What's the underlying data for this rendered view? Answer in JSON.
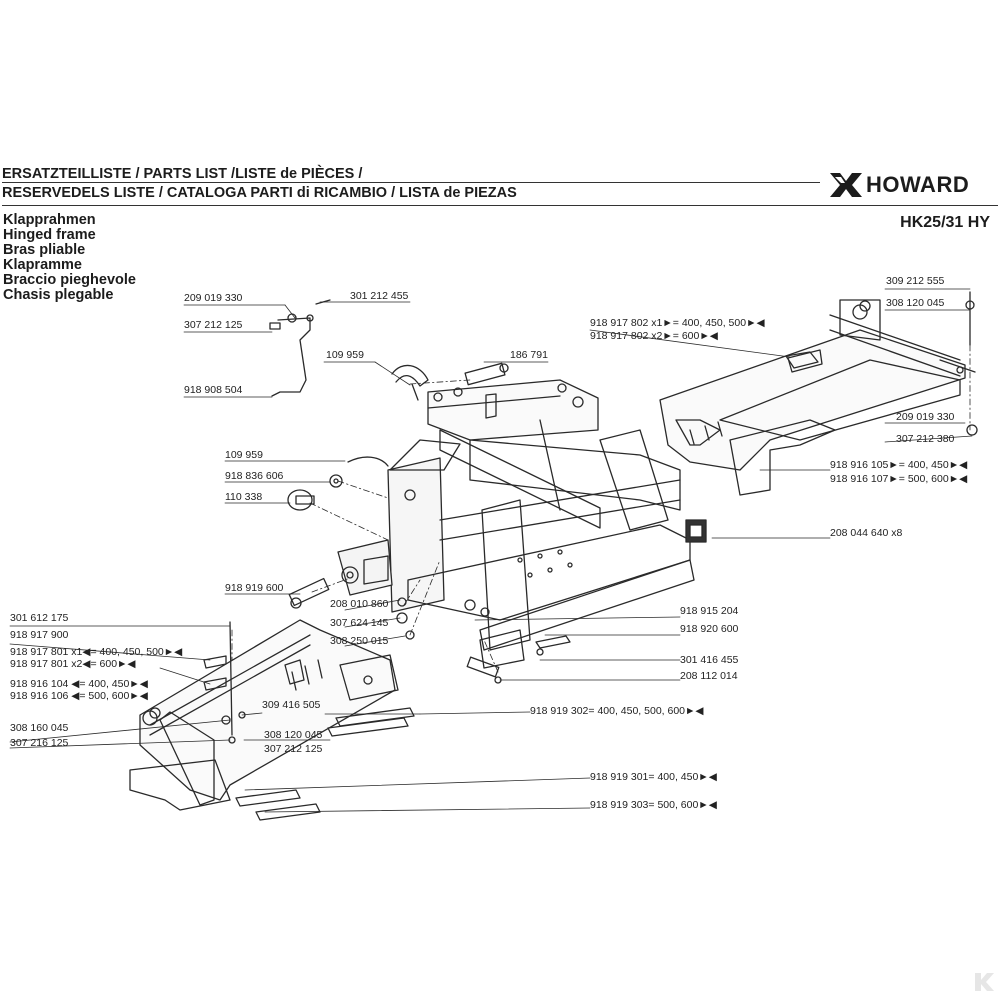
{
  "header": {
    "line1": "ERSATZTEILLISTE / PARTS LIST /LISTE de PIÈCES /",
    "line2": "RESERVEDELS LISTE / CATALOGA PARTI di RICAMBIO / LISTA de PIEZAS"
  },
  "brand": {
    "name": "HOWARD",
    "logo_icon": "howard-logo-icon"
  },
  "model": "HK25/31 HY",
  "titles": [
    "Klapprahmen",
    "Hinged frame",
    "Bras pliable",
    "Klapramme",
    "Braccio pieghevole",
    "Chasis plegable"
  ],
  "labels": {
    "l209019330a": "209 019 330",
    "l301212455": "301 212 455",
    "l307212125a": "307 212 125",
    "l918908504": "918 908 504",
    "l109959a": "109 959",
    "l186791": "186 791",
    "l109959b": "109 959",
    "l918836606": "918 836 606",
    "l110338": "110 338",
    "l918919600": "918 919 600",
    "l208010860": "208 010 860",
    "l307624145": "307 624 145",
    "l308250015": "308 250 015",
    "l301612175": "301 612 175",
    "l918917900": "918 917 900",
    "l918917801x1": "918 917 801 x1◀= 400, 450, 500►◀",
    "l918917801x2": "918 917 801 x2◀= 600►◀",
    "l918916104": "918 916 104 ◀= 400, 450►◀",
    "l918916106": "918 916 106 ◀= 500, 600►◀",
    "l309416505": "309 416 505",
    "l308160045": "308 160 045",
    "l307216125": "307 216 125",
    "l308120045a": "308 120 045",
    "l307212125b": "307 212 125",
    "l309212555": "309 212 555",
    "l308120045b": "308 120 045",
    "l918917802x1": "918 917 802 x1►= 400, 450, 500►◀",
    "l918917802x2": "918 917 802 x2►= 600►◀",
    "l209019330b": "209 019 330",
    "l307212380": "307 212 380",
    "l918916105": "918 916 105►= 400, 450►◀",
    "l918916107": "918 916 107►= 500, 600►◀",
    "l208044640": "208 044 640 x8",
    "l918915204": "918 915 204",
    "l918920600": "918 920 600",
    "l301416455": "301 416 455",
    "l208112014": "208 112 014",
    "l918919302": "918 919 302= 400, 450, 500, 600►◀",
    "l918919301": "918 919 301= 400, 450►◀",
    "l918919303": "918 919 303= 500, 600►◀"
  },
  "watermark_icon": "kramp-k-icon"
}
